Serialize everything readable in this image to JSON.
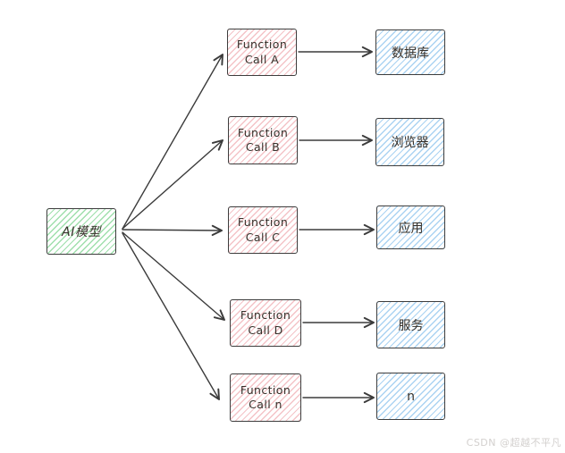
{
  "diagram": {
    "source_node": {
      "id": "ai-model",
      "label": "AI模型"
    },
    "function_nodes": [
      {
        "id": "function-call-a",
        "line1": "Function",
        "line2": "Call A"
      },
      {
        "id": "function-call-b",
        "line1": "Function",
        "line2": "Call B"
      },
      {
        "id": "function-call-c",
        "line1": "Function",
        "line2": "Call C"
      },
      {
        "id": "function-call-d",
        "line1": "Function",
        "line2": "Call D"
      },
      {
        "id": "function-call-n",
        "line1": "Function",
        "line2": "Call n"
      }
    ],
    "target_nodes": [
      {
        "id": "database",
        "label": "数据库"
      },
      {
        "id": "browser",
        "label": "浏览器"
      },
      {
        "id": "application",
        "label": "应用"
      },
      {
        "id": "service",
        "label": "服务"
      },
      {
        "id": "n",
        "label": "n"
      }
    ],
    "edges": [
      {
        "from": "ai-model",
        "to": "function-call-a"
      },
      {
        "from": "ai-model",
        "to": "function-call-b"
      },
      {
        "from": "ai-model",
        "to": "function-call-c"
      },
      {
        "from": "ai-model",
        "to": "function-call-d"
      },
      {
        "from": "ai-model",
        "to": "function-call-n"
      },
      {
        "from": "function-call-a",
        "to": "database"
      },
      {
        "from": "function-call-b",
        "to": "browser"
      },
      {
        "from": "function-call-c",
        "to": "application"
      },
      {
        "from": "function-call-d",
        "to": "service"
      },
      {
        "from": "function-call-n",
        "to": "n"
      }
    ],
    "colors": {
      "source_hatch": "#9fdfac",
      "function_hatch": "#f4c3c7",
      "target_hatch": "#abd3f2",
      "node_border": "#3d3d3d",
      "arrow": "#3b3b3b",
      "text": "#36302a",
      "watermark": "#d3d0ce"
    }
  },
  "watermark": {
    "text": "CSDN @超越不平凡"
  }
}
